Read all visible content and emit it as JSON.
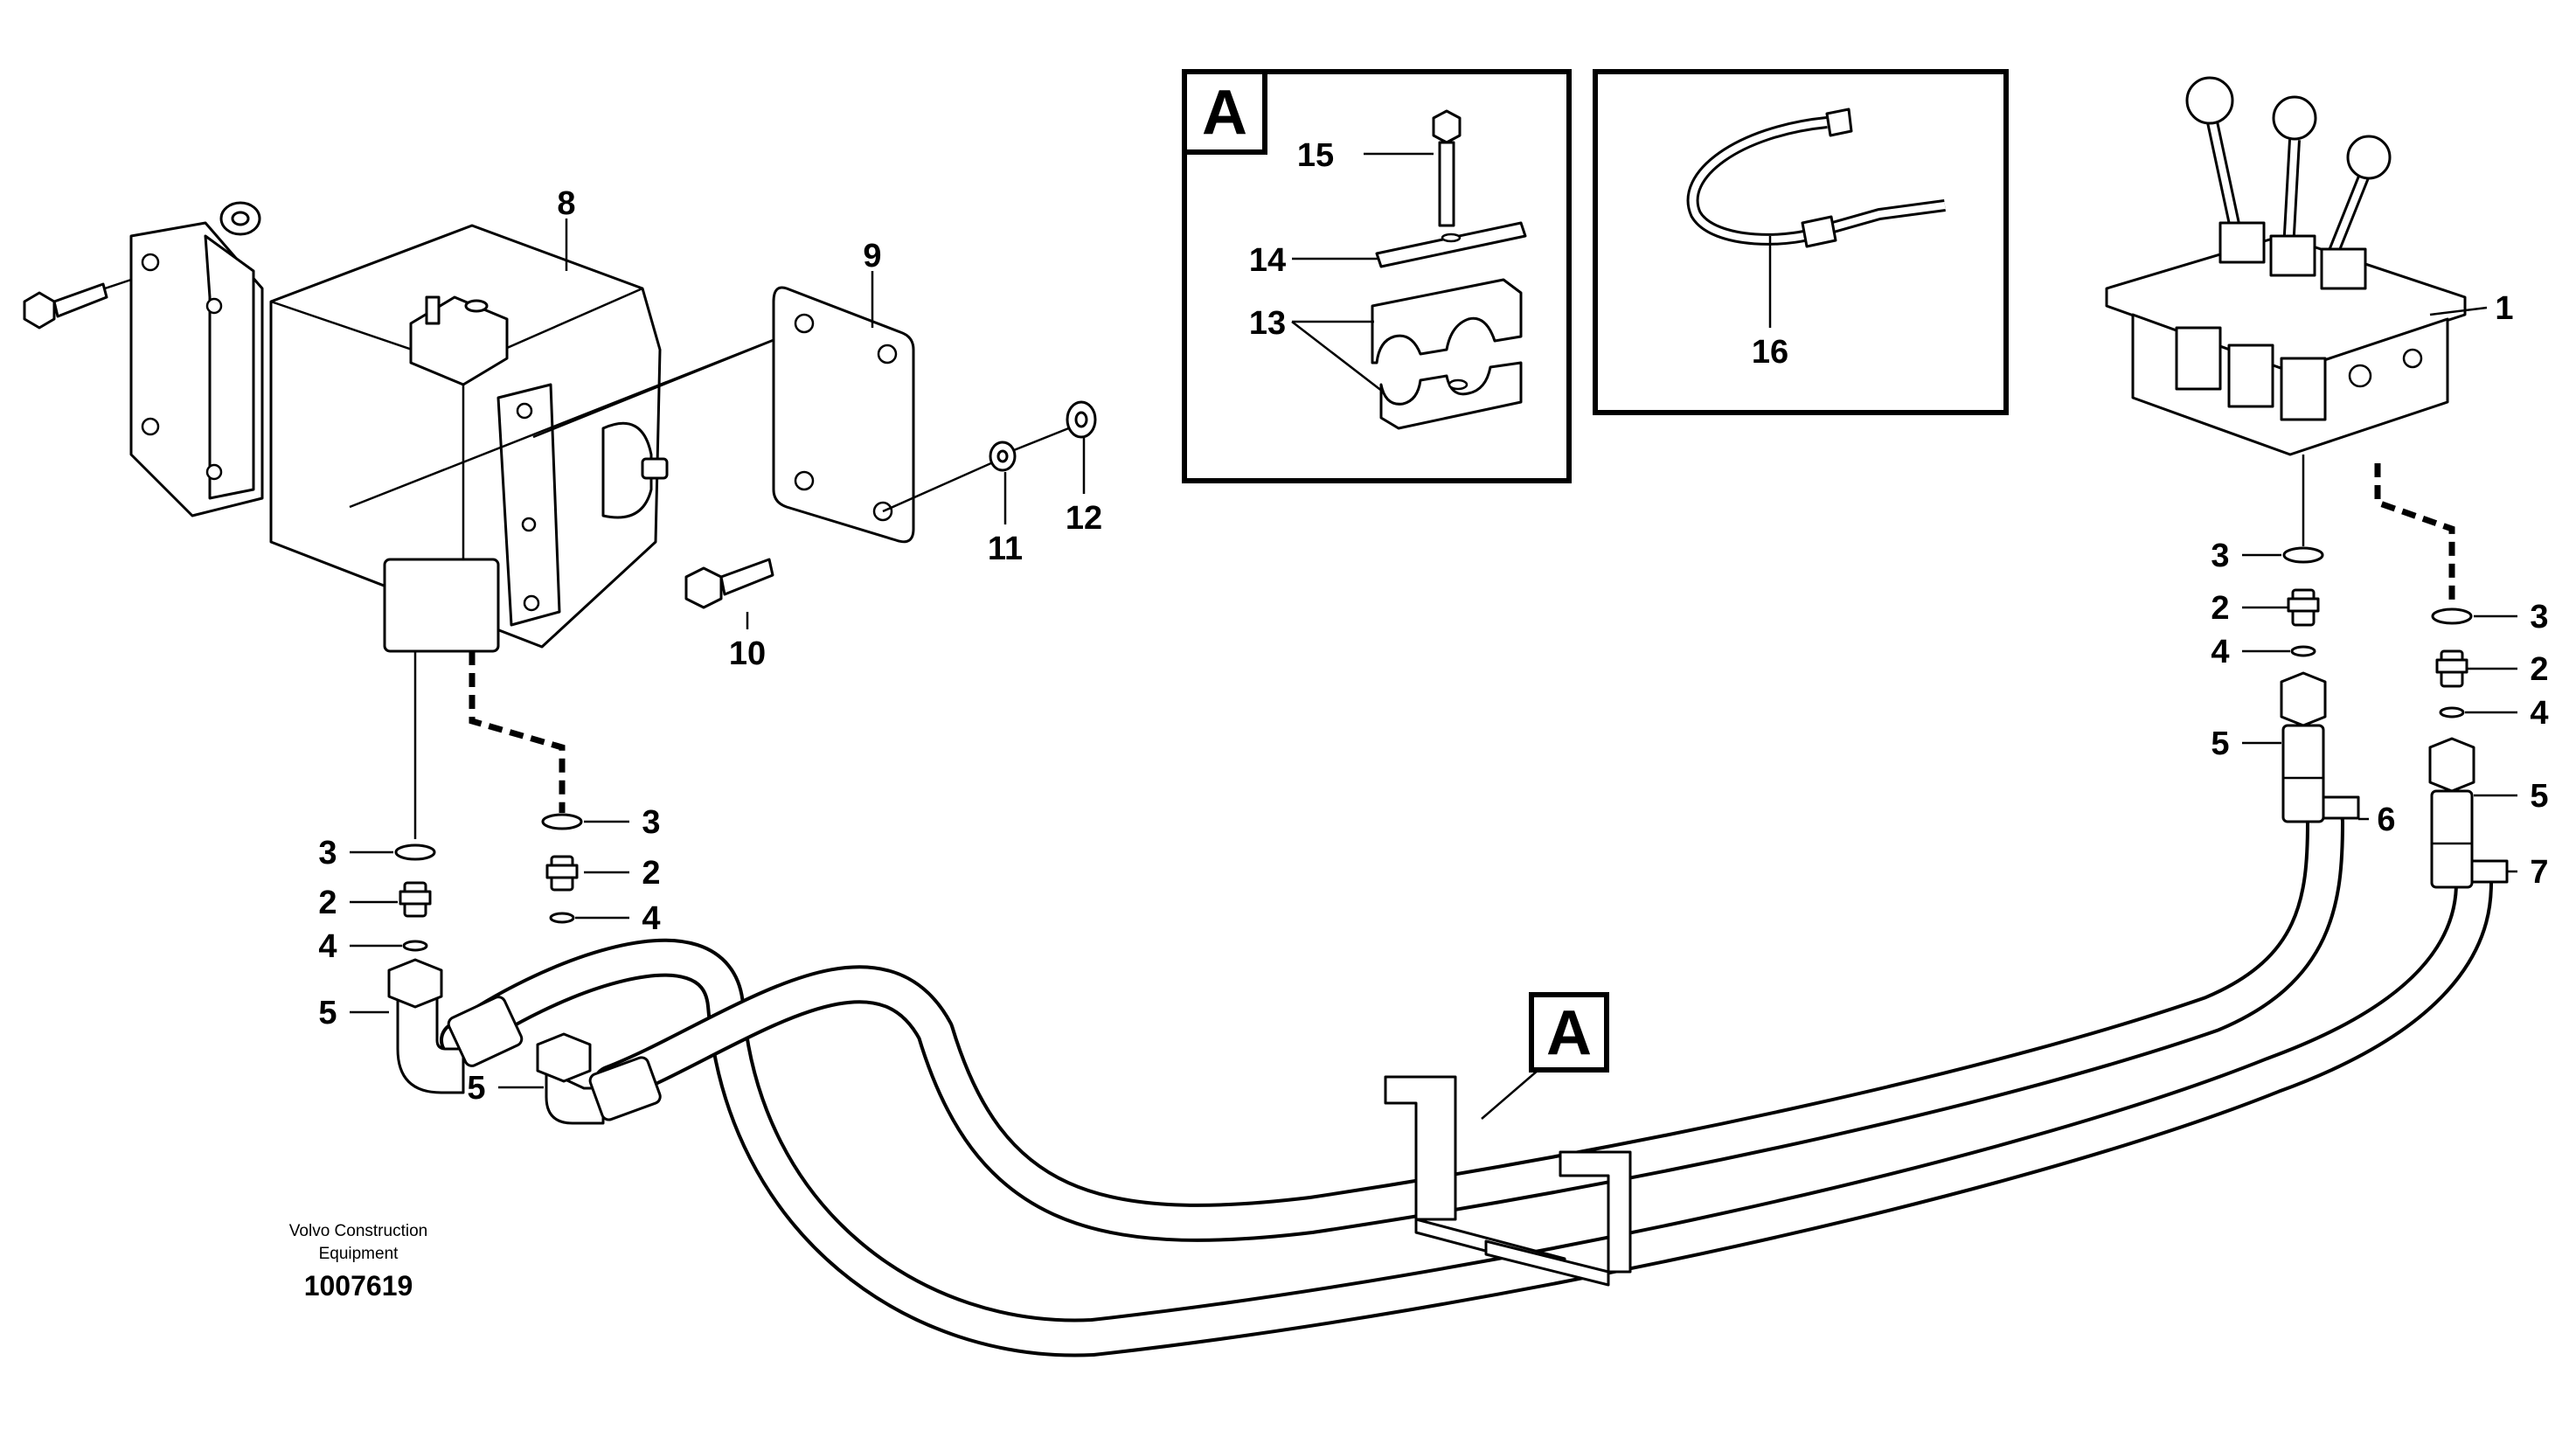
{
  "inset_a": {
    "letter": "A",
    "labels": [
      "15",
      "14",
      "13"
    ]
  },
  "inset_tie": {
    "labels": [
      "16"
    ]
  },
  "detail_marker": {
    "letter": "A"
  },
  "callouts": {
    "c1": "1",
    "c2": "2",
    "c3": "3",
    "c4": "4",
    "c5": "5",
    "c6": "6",
    "c7": "7",
    "c8": "8",
    "c9": "9",
    "c10": "10",
    "c11": "11",
    "c12": "12",
    "c13": "13",
    "c14": "14",
    "c15": "15",
    "c16": "16"
  },
  "footer": {
    "company_line1": "Volvo Construction",
    "company_line2": "Equipment",
    "doc_number": "1007619"
  }
}
